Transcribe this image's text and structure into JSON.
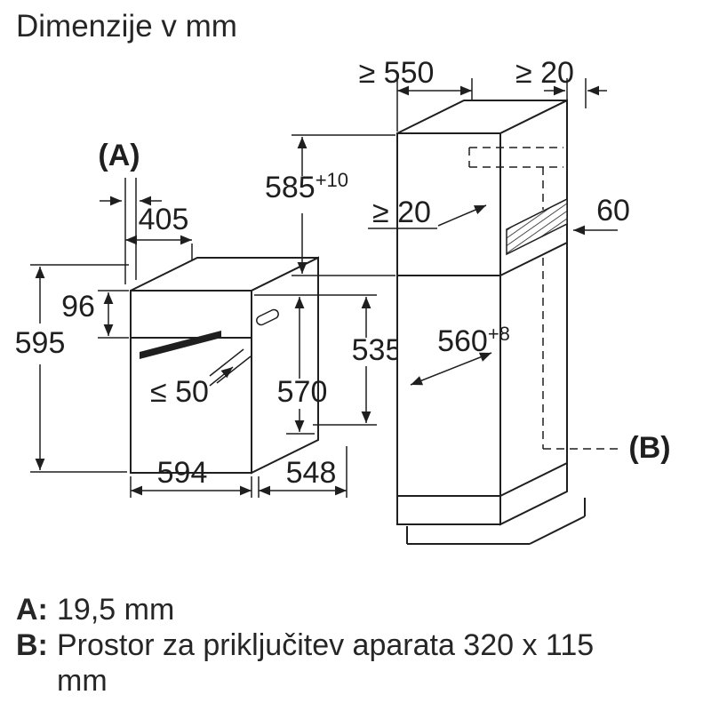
{
  "title": "Dimenzije v mm",
  "oven": {
    "label_a": "(A)",
    "dim_top_depth": "405",
    "dim_panel_height": "96",
    "dim_height": "595",
    "dim_handle": "≤ 50",
    "dim_door_height": "570",
    "dim_body_height": "535",
    "dim_width": "594",
    "dim_depth": "548"
  },
  "cabinet": {
    "dim_min_depth": "≥ 550",
    "dim_min_gap_rear": "≥ 20",
    "dim_niche_height": "585",
    "dim_niche_height_tol": "+10",
    "dim_min_gap_inner": "≥ 20",
    "dim_vent_channel": "60",
    "dim_niche_depth": "560",
    "dim_niche_depth_tol": "+8",
    "label_b": "(B)"
  },
  "legend": {
    "a_key": "A:",
    "a_value": "19,5 mm",
    "b_key": "B:",
    "b_value": "Prostor za priključitev aparata 320 x 115 mm"
  },
  "colors": {
    "line": "#1f1f1f",
    "background": "#ffffff"
  }
}
